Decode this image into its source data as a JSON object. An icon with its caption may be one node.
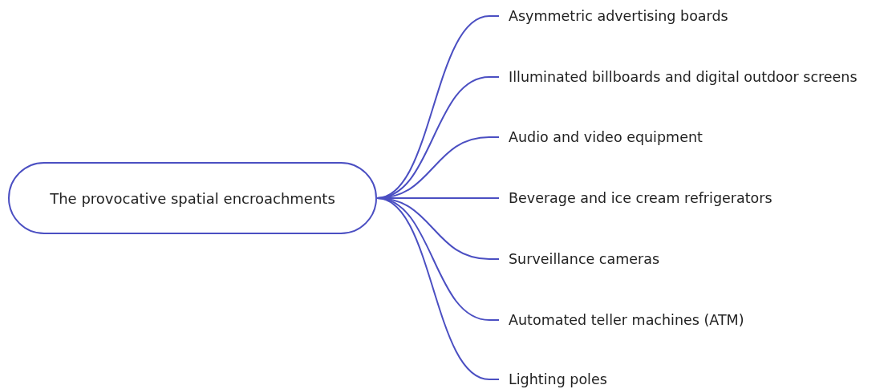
{
  "diagram": {
    "nodes": [
      {
        "text": [
          "The provocative spatial encroachments"
        ]
      },
      {
        "text": [
          "Asymmetric advertising boards"
        ]
      },
      {
        "text": [
          "Illuminated billboards and digital outdoor screens"
        ]
      },
      {
        "text": [
          "Audio and video equipment"
        ]
      },
      {
        "text": [
          "Beverage and ice cream refrigerators"
        ]
      },
      {
        "text": [
          "Surveillance cameras"
        ]
      },
      {
        "text": [
          "Automated teller machines (ATM)"
        ]
      },
      {
        "text": [
          "Lighting poles"
        ]
      }
    ],
    "edges": [
      {
        "from": 0,
        "to": 1,
        "arrow": "none"
      },
      {
        "from": 0,
        "to": 2,
        "arrow": "none"
      },
      {
        "from": 0,
        "to": 3,
        "arrow": "none"
      },
      {
        "from": 0,
        "to": 4,
        "arrow": "none"
      },
      {
        "from": 0,
        "to": 5,
        "arrow": "none"
      },
      {
        "from": 0,
        "to": 6,
        "arrow": "none"
      },
      {
        "from": 0,
        "to": 7,
        "arrow": "none"
      }
    ]
  }
}
